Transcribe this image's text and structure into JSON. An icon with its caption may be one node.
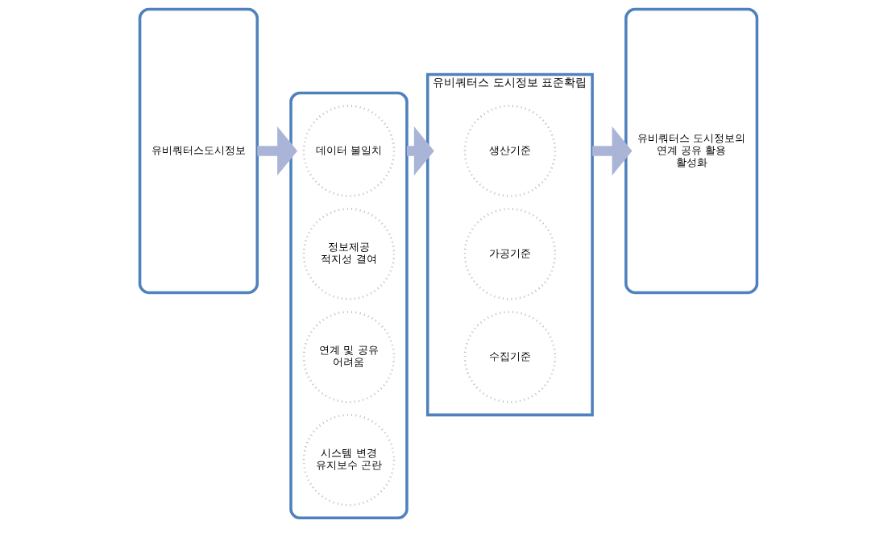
{
  "diagram": {
    "nodes": [
      {
        "text": [
          "유비쿼터스도시정보"
        ]
      },
      {
        "text": [],
        "shape": "box"
      },
      {
        "text": [
          "데이터 불일치"
        ],
        "in": 1
      },
      {
        "text": [
          "정보제공 적지성 결여"
        ],
        "in": 1
      },
      {
        "text": [
          "연계 및 공유 어려움"
        ],
        "in": 1
      },
      {
        "text": [
          "시스템 변경 유지보수 곤란"
        ],
        "in": 1
      },
      {
        "text": [
          "유비쿼터스 도시정보 표준확립"
        ]
      },
      {
        "text": [
          "생산기준"
        ],
        "in": 6
      },
      {
        "text": [
          "가공기준"
        ],
        "in": 6
      },
      {
        "text": [
          "수집기준"
        ],
        "in": 6
      },
      {
        "text": [
          "유비쿼터스 도시정보의",
          "연계 공유 활용",
          "활성화"
        ]
      }
    ],
    "edges": [
      {
        "from": 0,
        "to": 1,
        "arrow": "to"
      },
      {
        "from": 1,
        "to": 6,
        "arrow": "to"
      },
      {
        "from": 6,
        "to": 10,
        "arrow": "to"
      }
    ]
  }
}
